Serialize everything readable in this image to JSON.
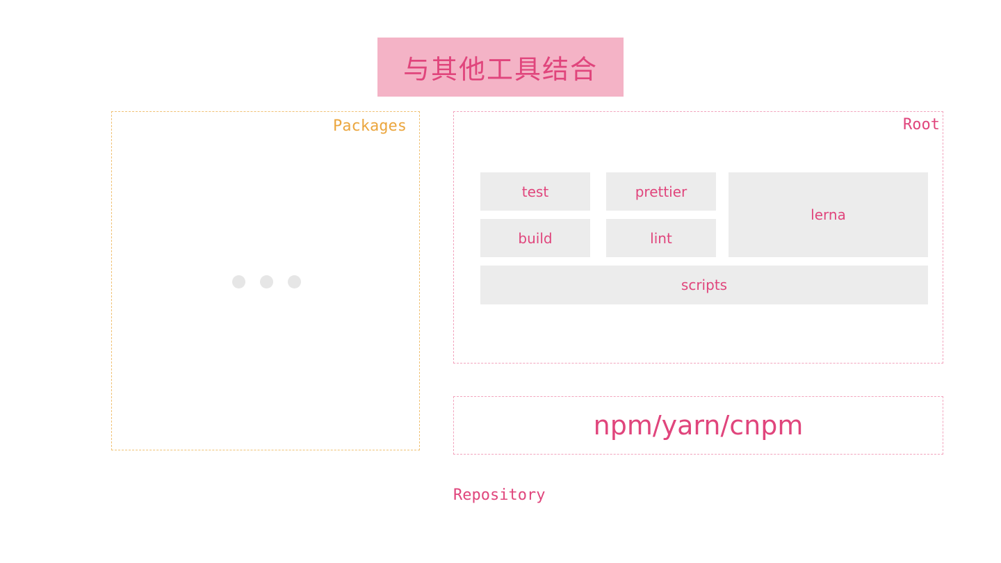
{
  "title": "与其他工具结合",
  "packages": {
    "label": "Packages",
    "placeholder_dots": 3
  },
  "root": {
    "label": "Root",
    "tools": {
      "test": "test",
      "prettier": "prettier",
      "lerna": "lerna",
      "build": "build",
      "lint": "lint",
      "scripts": "scripts"
    }
  },
  "package_manager": "npm/yarn/cnpm",
  "repository_label": "Repository",
  "colors": {
    "accent_pink": "#e0457c",
    "title_fill": "#f4b3c6",
    "packages_orange": "#eba63e",
    "tool_fill": "#ececec",
    "dot_fill": "#e6e6e6"
  }
}
